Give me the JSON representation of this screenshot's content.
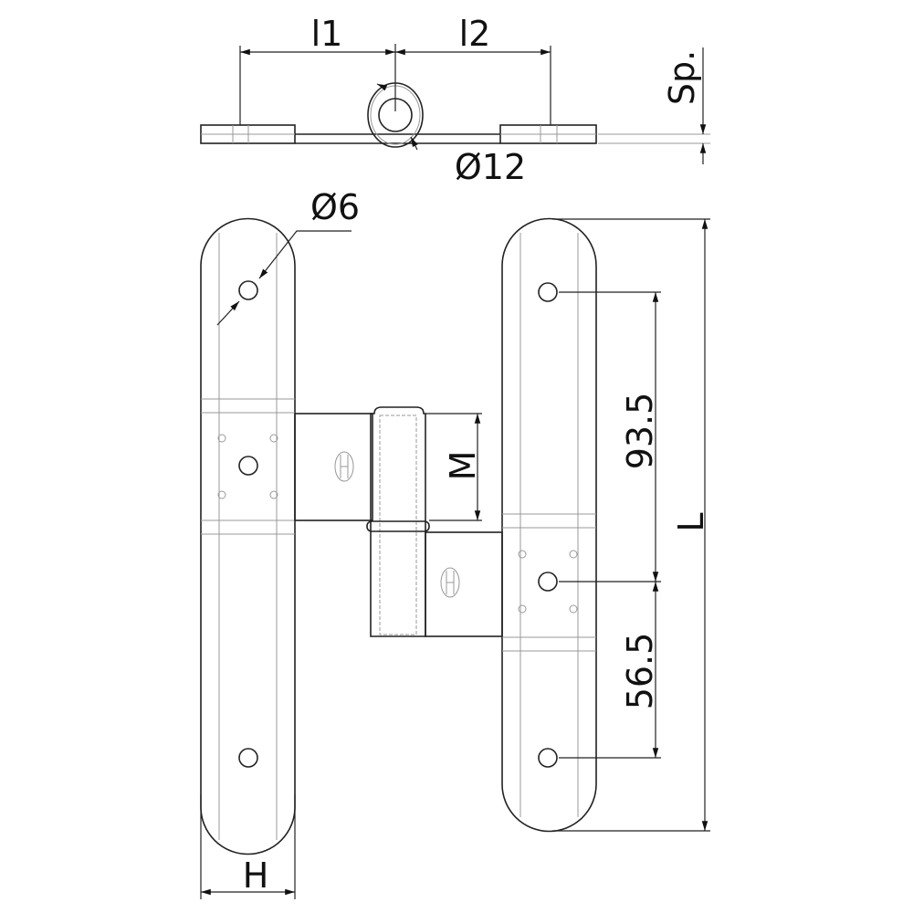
{
  "title": "Hinge technical drawing",
  "dimensions": {
    "l1": "l1",
    "l2": "l2",
    "thickness": "Sp.",
    "pin_diameter": "Ø12",
    "hole_diameter": "Ø6",
    "knuckle_height": "M",
    "hole_spacing_upper": "93.5",
    "hole_spacing_lower": "56.5",
    "length": "L",
    "width": "H"
  },
  "colors": {
    "line": "#222222",
    "faint": "#999999"
  }
}
